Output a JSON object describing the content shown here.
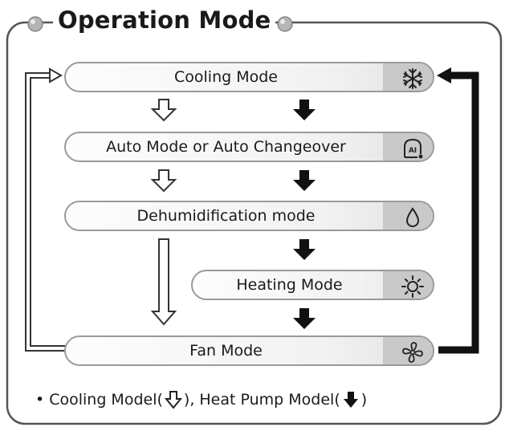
{
  "title": "Operation Mode",
  "modes": [
    {
      "label": "Cooling Mode",
      "icon": "snowflake-icon"
    },
    {
      "label": "Auto Mode or Auto Changeover",
      "icon": "ai-icon"
    },
    {
      "label": "Dehumidification mode",
      "icon": "water-drop-icon"
    },
    {
      "label": "Heating Mode",
      "icon": "sun-icon"
    },
    {
      "label": "Fan Mode",
      "icon": "fan-icon"
    }
  ],
  "ai_text": "AI",
  "note": {
    "bullet": "•",
    "part1": "Cooling Model(",
    "part2": "), Heat Pump Model(",
    "part3": ")"
  },
  "legend": {
    "cooling_arrow": "hollow-arrow",
    "heatpump_arrow": "solid-arrow"
  }
}
